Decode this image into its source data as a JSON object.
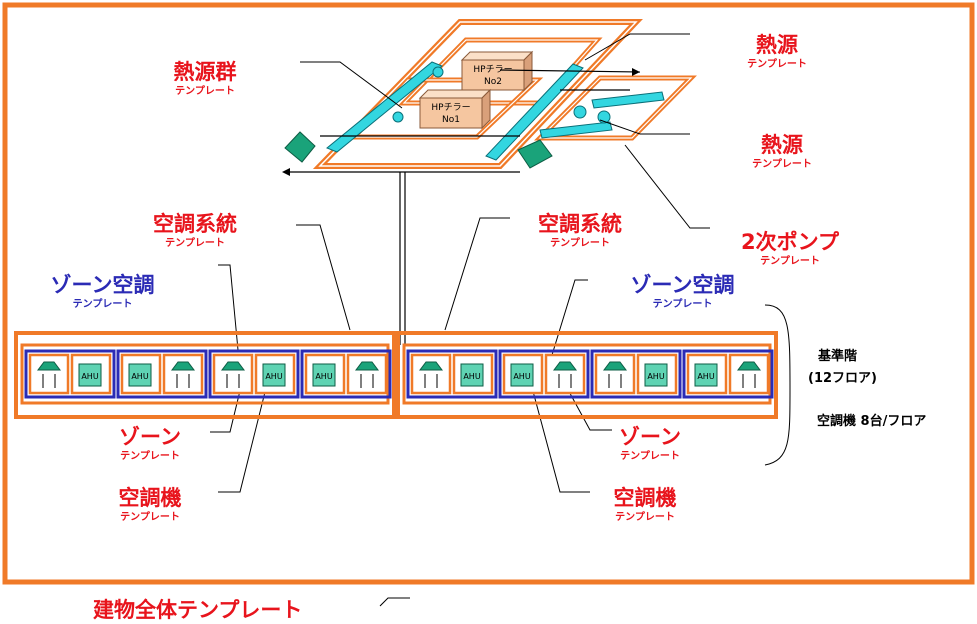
{
  "labels": {
    "heat_source_group": {
      "title": "熱源群",
      "sub": "テンプレート"
    },
    "heat_source_1": {
      "title": "熱源",
      "sub": "テンプレート"
    },
    "heat_source_2": {
      "title": "熱源",
      "sub": "テンプレート"
    },
    "secondary_pump": {
      "title": "2次ポンプ",
      "sub": "テンプレート"
    },
    "ahu_system_left": {
      "title": "空調系統",
      "sub": "テンプレート"
    },
    "ahu_system_right": {
      "title": "空調系統",
      "sub": "テンプレート"
    },
    "zone_hvac_left": {
      "title": "ゾーン空調",
      "sub": "テンプレート"
    },
    "zone_hvac_right": {
      "title": "ゾーン空調",
      "sub": "テンプレート"
    },
    "zone_left": {
      "title": "ゾーン",
      "sub": "テンプレート"
    },
    "zone_right": {
      "title": "ゾーン",
      "sub": "テンプレート"
    },
    "ahu_left": {
      "title": "空調機",
      "sub": "テンプレート"
    },
    "ahu_right": {
      "title": "空調機",
      "sub": "テンプレート"
    }
  },
  "notes": {
    "standard_floor": "基準階",
    "floor_count": "(12フロア)",
    "ahu_per_floor": "空調機 8台/フロア"
  },
  "equipment": {
    "chiller_1": [
      "HPチラー",
      "No1"
    ],
    "chiller_2": [
      "HPチラー",
      "No2"
    ],
    "ahu_label": "AHU"
  },
  "footer": "建物全体テンプレート",
  "colors": {
    "orange": "#f07a28",
    "red": "#e8141c",
    "blue": "#2b2bb5",
    "cyan": "#33d6e0",
    "green": "#1aa37a",
    "tan": "#f5c6a0"
  }
}
